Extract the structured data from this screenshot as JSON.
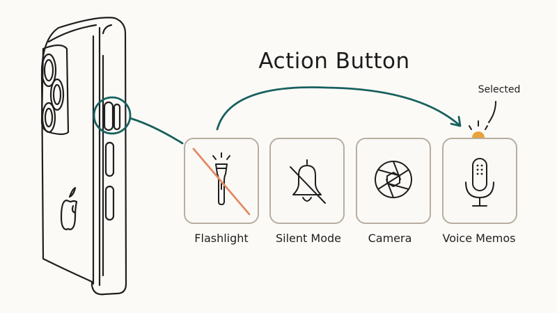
{
  "title": "Action Button",
  "selected_callout": "Selected",
  "options": [
    {
      "label": "Flashlight",
      "icon": "flashlight-icon",
      "disabled": true
    },
    {
      "label": "Silent Mode",
      "icon": "bell-slash-icon",
      "disabled": false
    },
    {
      "label": "Camera",
      "icon": "camera-aperture-icon",
      "disabled": false
    },
    {
      "label": "Voice Memos",
      "icon": "microphone-icon",
      "disabled": false,
      "selected": true
    }
  ],
  "colors": {
    "connector": "#16605e",
    "selected_dot": "#e8a23a",
    "strike": "#e38a63",
    "tile_border": "#b7ada0"
  }
}
